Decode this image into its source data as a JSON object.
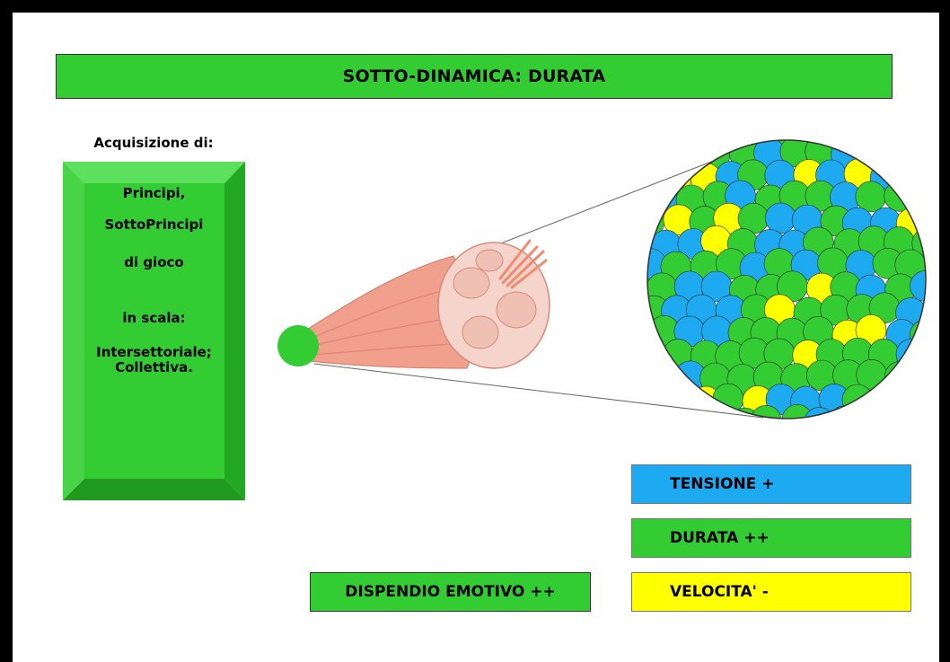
{
  "title": "SOTTO-DINAMICA: DURATA",
  "left_panel": {
    "heading": "Acquisizione di:",
    "lines": [
      "Principi,",
      "SottoPrincipi",
      "di gioco",
      "in scala:",
      "Intersettoriale;",
      "Collettiva."
    ]
  },
  "legend": {
    "tension": "TENSIONE  +",
    "duration": "DURATA  ++",
    "speed": "VELOCITA'  -"
  },
  "emotional_cost": "DISPENDIO EMOTIVO  ++",
  "colors": {
    "green": "#33cc33",
    "blue": "#1eaaf1",
    "yellow": "#ffff00",
    "muscle": "#f0a08c"
  },
  "icons": [
    "muscle-illustration",
    "muscle-fiber-cross-section"
  ]
}
